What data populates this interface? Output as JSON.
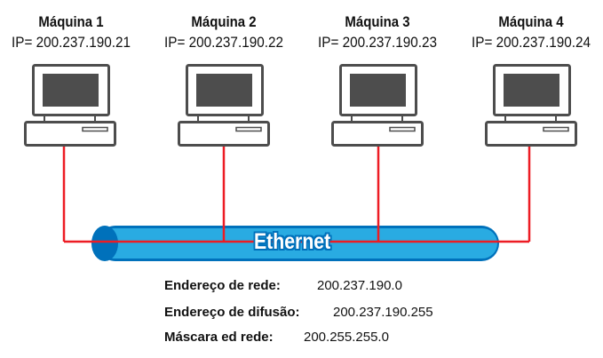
{
  "machines": [
    {
      "name": "Máquina 1",
      "ip": "IP= 200.237.190.21"
    },
    {
      "name": "Máquina 2",
      "ip": "IP= 200.237.190.22"
    },
    {
      "name": "Máquina 3",
      "ip": "IP= 200.237.190.23"
    },
    {
      "name": "Máquina 4",
      "ip": "IP= 200.237.190.24"
    }
  ],
  "network": {
    "label": "Ethernet"
  },
  "info": {
    "network_label": "Endereço de rede:",
    "network_value": "200.237.190.0",
    "broadcast_label": "Endereço de difusão:",
    "broadcast_value": "200.237.190.255",
    "mask_label": "Máscara ed rede:",
    "mask_value": "200.255.255.0"
  },
  "colors": {
    "cable": "#ed1c24",
    "bus": "#29abe2",
    "bus_dark": "#0071bb",
    "computer": "#4d4d4d"
  }
}
